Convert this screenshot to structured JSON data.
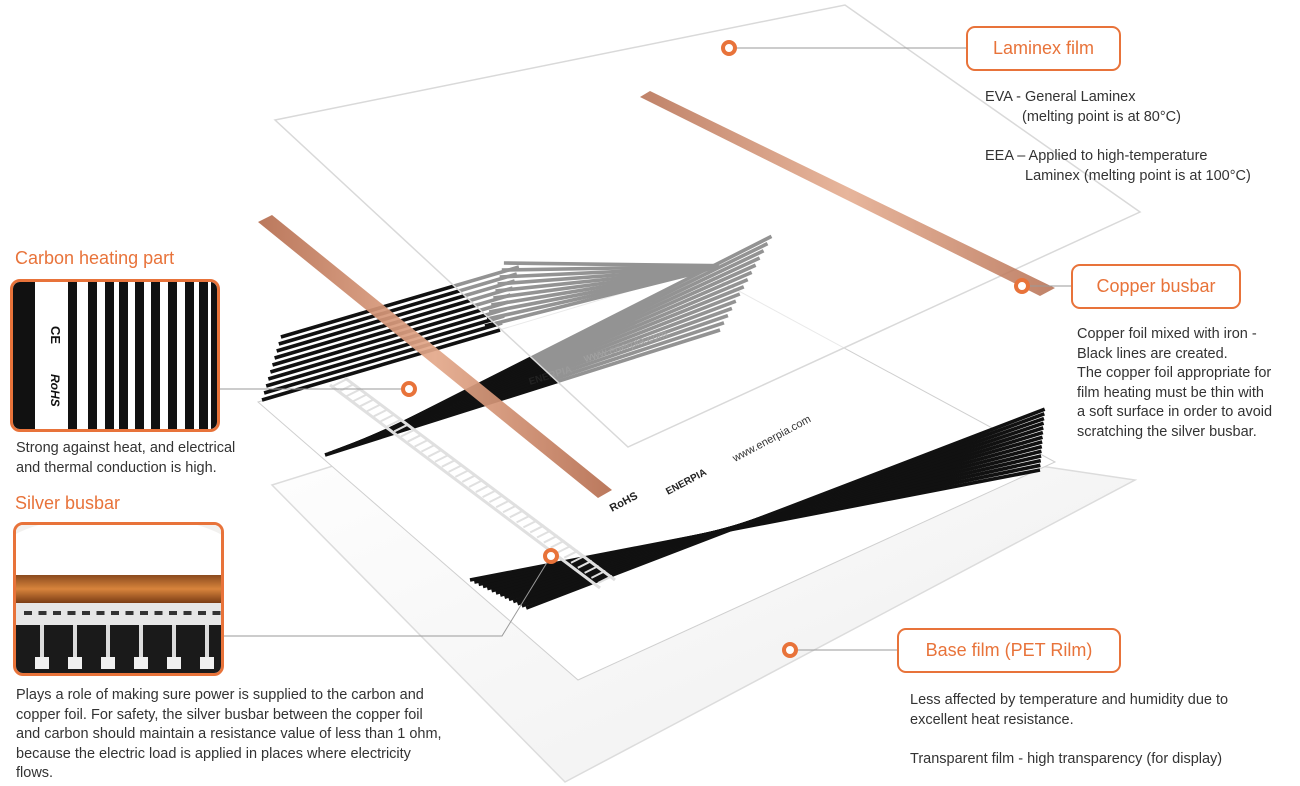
{
  "laminex": {
    "label": "Laminex film",
    "eva_line1": "EVA - General Laminex",
    "eva_line2": "(melting point is at 80°C)",
    "eea_line1": "EEA – Applied to high-temperature",
    "eea_line2": "Laminex (melting point is at 100°C)"
  },
  "copper": {
    "label": "Copper busbar",
    "lines": [
      "Copper foil mixed with iron -",
      "Black lines are created.",
      "The copper foil appropriate for",
      "film heating must be thin with",
      "a soft surface in order to avoid",
      "scratching the silver busbar."
    ]
  },
  "carbon": {
    "title": "Carbon heating part",
    "lines": [
      "Strong against heat, and electrical",
      "and thermal conduction is high."
    ]
  },
  "silver": {
    "title": "Silver busbar",
    "lines": [
      "Plays a role of making sure power is supplied to the carbon and",
      "copper foil.  For safety, the silver busbar between the copper foil",
      "and carbon should maintain a resistance value of less than 1 ohm,",
      "because the electric load is applied in places where electricity",
      "flows."
    ]
  },
  "base": {
    "label": "Base film (PET Rilm)",
    "line1": "Less affected by temperature and humidity due to",
    "line2": "excellent heat resistance.",
    "line3": "Transparent film - high transparency (for display)"
  },
  "film_print": {
    "url": "www.enerpia.com",
    "brand": "ENERPIA",
    "rohs": "RoHS",
    "ce": "CE"
  },
  "colors": {
    "accent": "#e8733a",
    "copper": "#c8866a",
    "stripe": "#111111",
    "text": "#333333"
  }
}
